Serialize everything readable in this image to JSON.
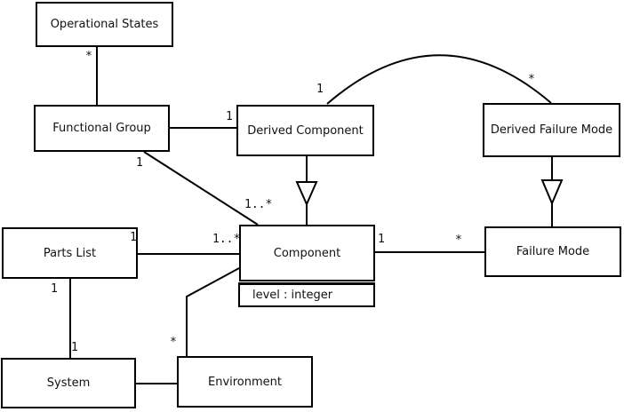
{
  "diagram": {
    "kind": "uml-class-diagram",
    "colors": {
      "background": "#ffffff",
      "line": "#000000",
      "box_fill": "#ffffff",
      "text": "#111111"
    },
    "classes": [
      {
        "label": "Operational States"
      },
      {
        "label": "Functional Group"
      },
      {
        "label": "Derived Component"
      },
      {
        "label": "Derived Failure Mode"
      },
      {
        "label": "Parts List"
      },
      {
        "label": "Component",
        "attributes": [
          "level : integer"
        ]
      },
      {
        "label": "Failure Mode"
      },
      {
        "label": "System"
      },
      {
        "label": "Environment"
      }
    ],
    "relationships": [
      {
        "type": "association",
        "a": "Operational States",
        "b": "Functional Group",
        "a_label": "*",
        "b_label": ""
      },
      {
        "type": "association",
        "a": "Functional Group",
        "b": "Derived Component",
        "a_label": "",
        "b_label": "1"
      },
      {
        "type": "association",
        "a": "Functional Group",
        "b": "Component",
        "a_label": "1",
        "b_label": "1..*"
      },
      {
        "type": "association-arc",
        "a": "Derived Component",
        "b": "Derived Failure Mode",
        "a_label": "1",
        "b_label": "*"
      },
      {
        "type": "generalization",
        "a": "Derived Component",
        "b": "Component",
        "a_label": "",
        "b_label": ""
      },
      {
        "type": "generalization",
        "a": "Derived Failure Mode",
        "b": "Failure Mode",
        "a_label": "",
        "b_label": ""
      },
      {
        "type": "association",
        "a": "Parts List",
        "b": "Component",
        "a_label": "1",
        "b_label": "1..*"
      },
      {
        "type": "association",
        "a": "Component",
        "b": "Failure Mode",
        "a_label": "1",
        "b_label": "*"
      },
      {
        "type": "association",
        "a": "Parts List",
        "b": "System",
        "a_label": "1",
        "b_label": "1"
      },
      {
        "type": "association",
        "a": "System",
        "b": "Environment",
        "a_label": "",
        "b_label": ""
      },
      {
        "type": "association",
        "a": "Environment",
        "b": "Component",
        "a_label": "*",
        "b_label": ""
      }
    ]
  }
}
